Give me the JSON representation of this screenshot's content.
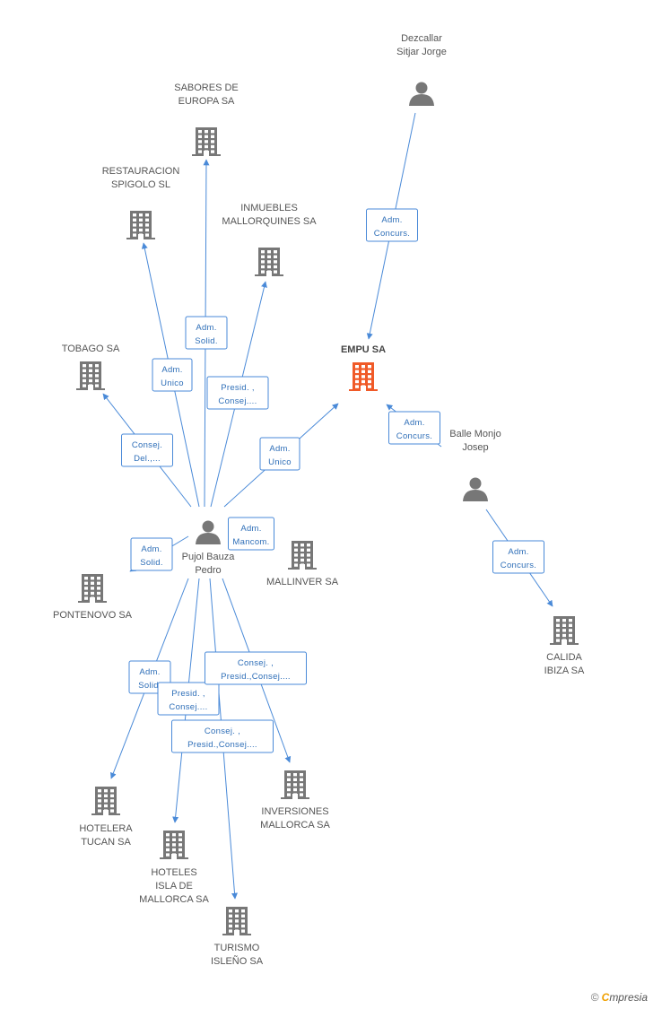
{
  "colors": {
    "edge": "#4a8ad8",
    "node_gray": "#777777",
    "node_focus": "#f05a28"
  },
  "nodes": [
    {
      "id": "empu",
      "kind": "company",
      "focus": true,
      "lines": [
        "EMPU SA"
      ]
    },
    {
      "id": "dezcallar",
      "kind": "person",
      "lines": [
        "Dezcallar",
        "Sitjar Jorge"
      ]
    },
    {
      "id": "balle",
      "kind": "person",
      "lines": [
        "Balle Monjo",
        "Josep"
      ]
    },
    {
      "id": "pujol",
      "kind": "person",
      "lines": [
        "Pujol Bauza",
        "Pedro"
      ]
    },
    {
      "id": "sabores",
      "kind": "company",
      "lines": [
        "SABORES DE",
        "EUROPA SA"
      ]
    },
    {
      "id": "restauracion",
      "kind": "company",
      "lines": [
        "RESTAURACION",
        "SPIGOLO  SL"
      ]
    },
    {
      "id": "inmuebles",
      "kind": "company",
      "lines": [
        "INMUEBLES",
        "MALLORQUINES SA"
      ]
    },
    {
      "id": "tobago",
      "kind": "company",
      "lines": [
        "TOBAGO SA"
      ]
    },
    {
      "id": "mallinver",
      "kind": "company",
      "lines": [
        "MALLINVER SA"
      ]
    },
    {
      "id": "pontenovo",
      "kind": "company",
      "lines": [
        "PONTENOVO SA"
      ]
    },
    {
      "id": "calida",
      "kind": "company",
      "lines": [
        "CALIDA",
        "IBIZA SA"
      ]
    },
    {
      "id": "hotelera",
      "kind": "company",
      "lines": [
        "HOTELERA",
        "TUCAN SA"
      ]
    },
    {
      "id": "hoteles",
      "kind": "company",
      "lines": [
        "HOTELES",
        "ISLA DE",
        "MALLORCA SA"
      ]
    },
    {
      "id": "inversiones",
      "kind": "company",
      "lines": [
        "INVERSIONES",
        "MALLORCA SA"
      ]
    },
    {
      "id": "turismo",
      "kind": "company",
      "lines": [
        "TURISMO",
        "ISLEÑO SA"
      ]
    }
  ],
  "edges": [
    {
      "from": "dezcallar",
      "to": "empu",
      "lines": [
        "Adm.",
        "Concurs."
      ]
    },
    {
      "from": "balle",
      "to": "empu",
      "lines": [
        "Adm.",
        "Concurs."
      ]
    },
    {
      "from": "balle",
      "to": "calida",
      "lines": [
        "Adm.",
        "Concurs."
      ]
    },
    {
      "from": "pujol",
      "to": "empu",
      "lines": [
        "Adm.",
        "Unico"
      ]
    },
    {
      "from": "pujol",
      "to": "sabores",
      "lines": [
        "Adm.",
        "Solid."
      ]
    },
    {
      "from": "pujol",
      "to": "restauracion",
      "lines": [
        "Adm.",
        "Unico"
      ]
    },
    {
      "from": "pujol",
      "to": "inmuebles",
      "lines": [
        "Presid. ,",
        "Consej...."
      ]
    },
    {
      "from": "pujol",
      "to": "tobago",
      "lines": [
        "Consej.",
        "Del.,..."
      ]
    },
    {
      "from": "pujol",
      "to": "mallinver",
      "lines": [
        "Adm.",
        "Mancom."
      ]
    },
    {
      "from": "pujol",
      "to": "pontenovo",
      "lines": [
        "Adm.",
        "Solid."
      ]
    },
    {
      "from": "pujol",
      "to": "hotelera",
      "lines": [
        "Adm.",
        "Solid."
      ]
    },
    {
      "from": "pujol",
      "to": "hoteles",
      "lines": [
        "Presid. ,",
        "Consej...."
      ]
    },
    {
      "from": "pujol",
      "to": "inversiones",
      "lines": [
        "Consej. ,",
        "Presid.,Consej...."
      ]
    },
    {
      "from": "pujol",
      "to": "turismo",
      "lines": [
        "Consej. ,",
        "Presid.,Consej...."
      ]
    }
  ],
  "footer": {
    "copyright": "©",
    "brand_initial": "C",
    "brand_rest": "mpresia"
  }
}
